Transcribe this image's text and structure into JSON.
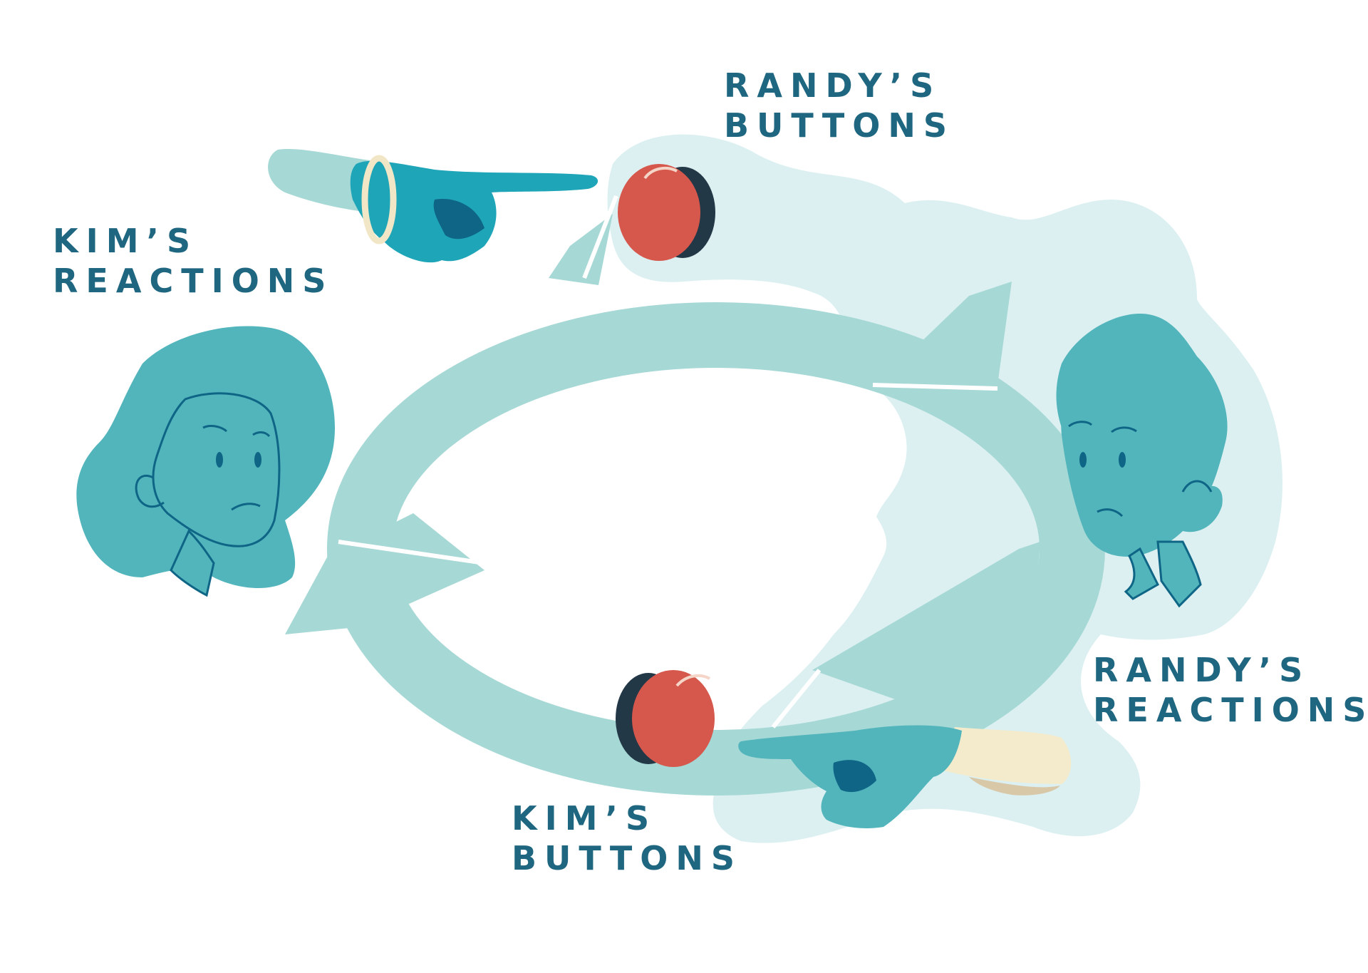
{
  "labels": {
    "randys_buttons": {
      "line1": "RANDY’S",
      "line2": "BUTTONS"
    },
    "kims_reactions": {
      "line1": "KIM’S",
      "line2": "REACTIONS"
    },
    "randys_reactions": {
      "line1": "RANDY’S",
      "line2": "REACTIONS"
    },
    "kims_buttons": {
      "line1": "KIM’S",
      "line2": "BUTTONS"
    }
  },
  "colors": {
    "label_text": "#1f6680",
    "cycle_arrow": "#a6d8d5",
    "background_blob": "#dcf0f1",
    "figure_fill": "#52b5bc",
    "figure_line": "#0e6585",
    "button_red": "#d6574c",
    "button_dark": "#233847",
    "kim_hand": "#1ea5b8",
    "bracelet": "#f1e6c5",
    "sleeve": "#f3ebcb"
  }
}
